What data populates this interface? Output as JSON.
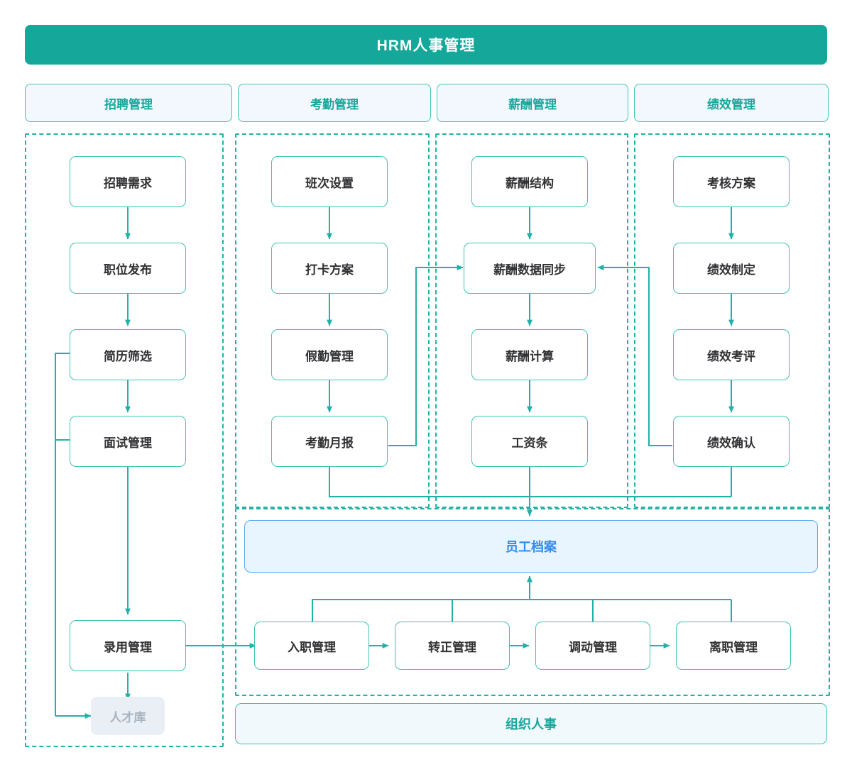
{
  "header": {
    "title": "HRM人事管理",
    "bg_color": "#16a79b",
    "text_color": "#ffffff"
  },
  "theme": {
    "accent_teal": "#16a79b",
    "border_teal": "#3fc3b4",
    "pill_fill": "#f2f8fd",
    "node_text": "#303133",
    "muted_fill": "#e9eff5",
    "muted_text": "#a8b3c0",
    "blue_border": "#59a9f5",
    "blue_fill": "#e8f4fe",
    "blue_text": "#2e8bf0",
    "wire_color": "#20b2a6"
  },
  "categories": [
    {
      "id": "recruitment",
      "label": "招聘管理"
    },
    {
      "id": "attendance",
      "label": "考勤管理"
    },
    {
      "id": "payroll",
      "label": "薪酬管理"
    },
    {
      "id": "performance",
      "label": "绩效管理"
    }
  ],
  "columns": {
    "recruitment": {
      "label": "招聘管理",
      "nodes": [
        {
          "id": "rec-demand",
          "label": "招聘需求"
        },
        {
          "id": "job-post",
          "label": "职位发布"
        },
        {
          "id": "resume-screen",
          "label": "简历筛选"
        },
        {
          "id": "interview",
          "label": "面试管理"
        },
        {
          "id": "hire-mgmt",
          "label": "录用管理"
        },
        {
          "id": "talent-pool",
          "label": "人才库",
          "state": "muted"
        }
      ]
    },
    "attendance": {
      "label": "考勤管理",
      "nodes": [
        {
          "id": "shift-setup",
          "label": "班次设置"
        },
        {
          "id": "punch-plan",
          "label": "打卡方案"
        },
        {
          "id": "leave-mgmt",
          "label": "假勤管理"
        },
        {
          "id": "attend-monthly",
          "label": "考勤月报"
        }
      ]
    },
    "payroll": {
      "label": "薪酬管理",
      "nodes": [
        {
          "id": "pay-structure",
          "label": "薪酬结构"
        },
        {
          "id": "pay-sync",
          "label": "薪酬数据同步"
        },
        {
          "id": "pay-calc",
          "label": "薪酬计算"
        },
        {
          "id": "payslip",
          "label": "工资条"
        }
      ]
    },
    "performance": {
      "label": "绩效管理",
      "nodes": [
        {
          "id": "appraisal-plan",
          "label": "考核方案"
        },
        {
          "id": "perf-setup",
          "label": "绩效制定"
        },
        {
          "id": "perf-review",
          "label": "绩效考评"
        },
        {
          "id": "perf-confirm",
          "label": "绩效确认"
        }
      ]
    }
  },
  "employee_record": {
    "id": "employee-file",
    "label": "员工档案"
  },
  "lifecycle": {
    "nodes": [
      {
        "id": "onboarding",
        "label": "入职管理"
      },
      {
        "id": "regular",
        "label": "转正管理"
      },
      {
        "id": "transfer",
        "label": "调动管理"
      },
      {
        "id": "offboarding",
        "label": "离职管理"
      }
    ]
  },
  "footer": {
    "id": "org-personnel",
    "label": "组织人事"
  }
}
